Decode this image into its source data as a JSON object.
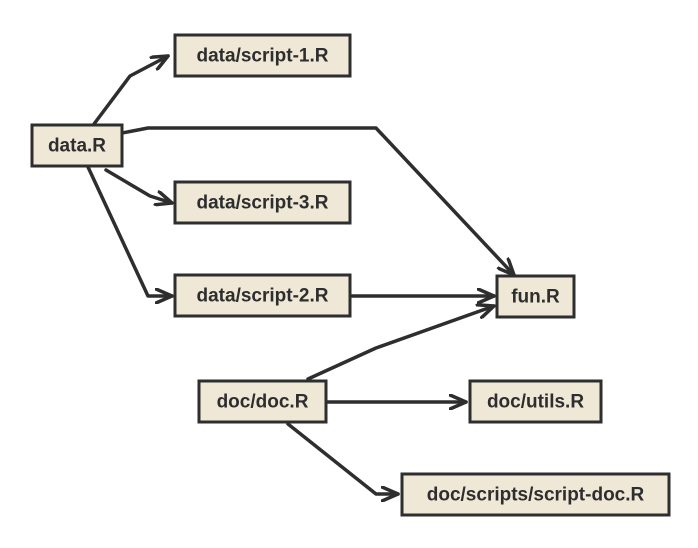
{
  "diagram": {
    "nodes": [
      {
        "id": "data_r",
        "label": "data.R"
      },
      {
        "id": "script1",
        "label": "data/script-1.R"
      },
      {
        "id": "script3",
        "label": "data/script-3.R"
      },
      {
        "id": "script2",
        "label": "data/script-2.R"
      },
      {
        "id": "fun_r",
        "label": "fun.R"
      },
      {
        "id": "doc_r",
        "label": "doc/doc.R"
      },
      {
        "id": "utils_r",
        "label": "doc/utils.R"
      },
      {
        "id": "scriptdoc",
        "label": "doc/scripts/script-doc.R"
      }
    ],
    "edges": [
      {
        "from": "data_r",
        "to": "script1"
      },
      {
        "from": "data_r",
        "to": "fun_r"
      },
      {
        "from": "data_r",
        "to": "script3"
      },
      {
        "from": "data_r",
        "to": "script2"
      },
      {
        "from": "script2",
        "to": "fun_r"
      },
      {
        "from": "doc_r",
        "to": "fun_r"
      },
      {
        "from": "doc_r",
        "to": "utils_r"
      },
      {
        "from": "doc_r",
        "to": "scriptdoc"
      }
    ],
    "colors": {
      "node_fill": "#efe8d6",
      "stroke": "#2e2e2e",
      "background": "#ffffff"
    }
  }
}
